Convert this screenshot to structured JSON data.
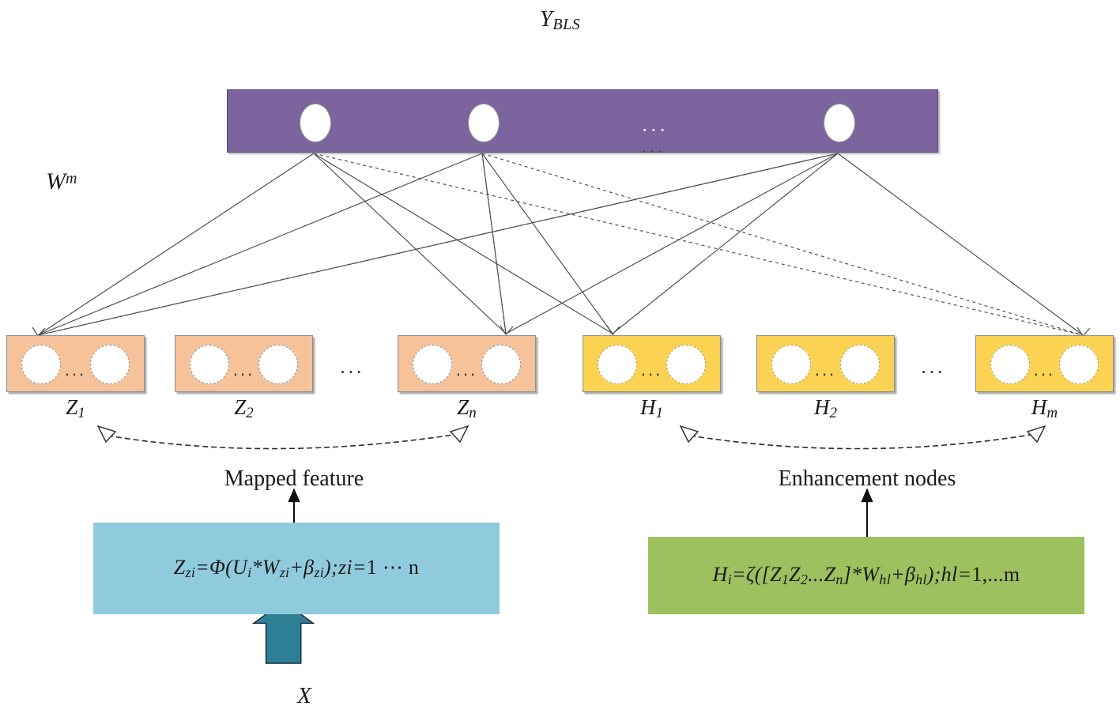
{
  "diagram": {
    "title": "Y_BLS broad learning system architecture",
    "output_label": {
      "base": "Y",
      "sub": "BLS"
    },
    "weight_label": {
      "base": "W",
      "sup": "m"
    },
    "colors": {
      "output_layer": "#7c649f",
      "mapped_feature": "#f5c29a",
      "enhancement": "#fbd252",
      "mapped_formula_box": "#8fcbdd",
      "enhancement_formula_box": "#9cc15e",
      "input_arrow": "#2e7f96"
    },
    "output_layer": {
      "node_count_shown": 3,
      "ellipsis": "..."
    },
    "mapped_feature": {
      "caption": "Mapped feature",
      "groups": [
        {
          "base": "Z",
          "sub": "1",
          "dots": "..."
        },
        {
          "base": "Z",
          "sub": "2",
          "dots": "..."
        },
        {
          "base": "Z",
          "sub": "n",
          "dots": "..."
        }
      ],
      "group_ellipsis": "...",
      "formula": {
        "p1": "Z",
        "s1": "zi",
        "p2": "=Φ(U",
        "s2": "i",
        "p3": "*W",
        "s3": "zi",
        "p4": "+β",
        "s4": "zi",
        "p5": ");zi=",
        "p6": "1 ⋯ n"
      }
    },
    "enhancement": {
      "caption": "Enhancement nodes",
      "groups": [
        {
          "base": "H",
          "sub": "1",
          "dots": "..."
        },
        {
          "base": "H",
          "sub": "2",
          "dots": "..."
        },
        {
          "base": "H",
          "sub": "m",
          "dots": "..."
        }
      ],
      "group_ellipsis": "...",
      "formula": {
        "p1": "H",
        "s1": "i",
        "p2": "=ζ([Z",
        "s2": "1",
        "p3": "Z",
        "s3": "2",
        "p4": "...Z",
        "s4": "n",
        "p5": "]*W",
        "s5": "hl",
        "p6": "+β",
        "s6": "hl",
        "p7": ");hl=",
        "p8": "1,...m"
      }
    },
    "input": {
      "label": "X"
    }
  }
}
